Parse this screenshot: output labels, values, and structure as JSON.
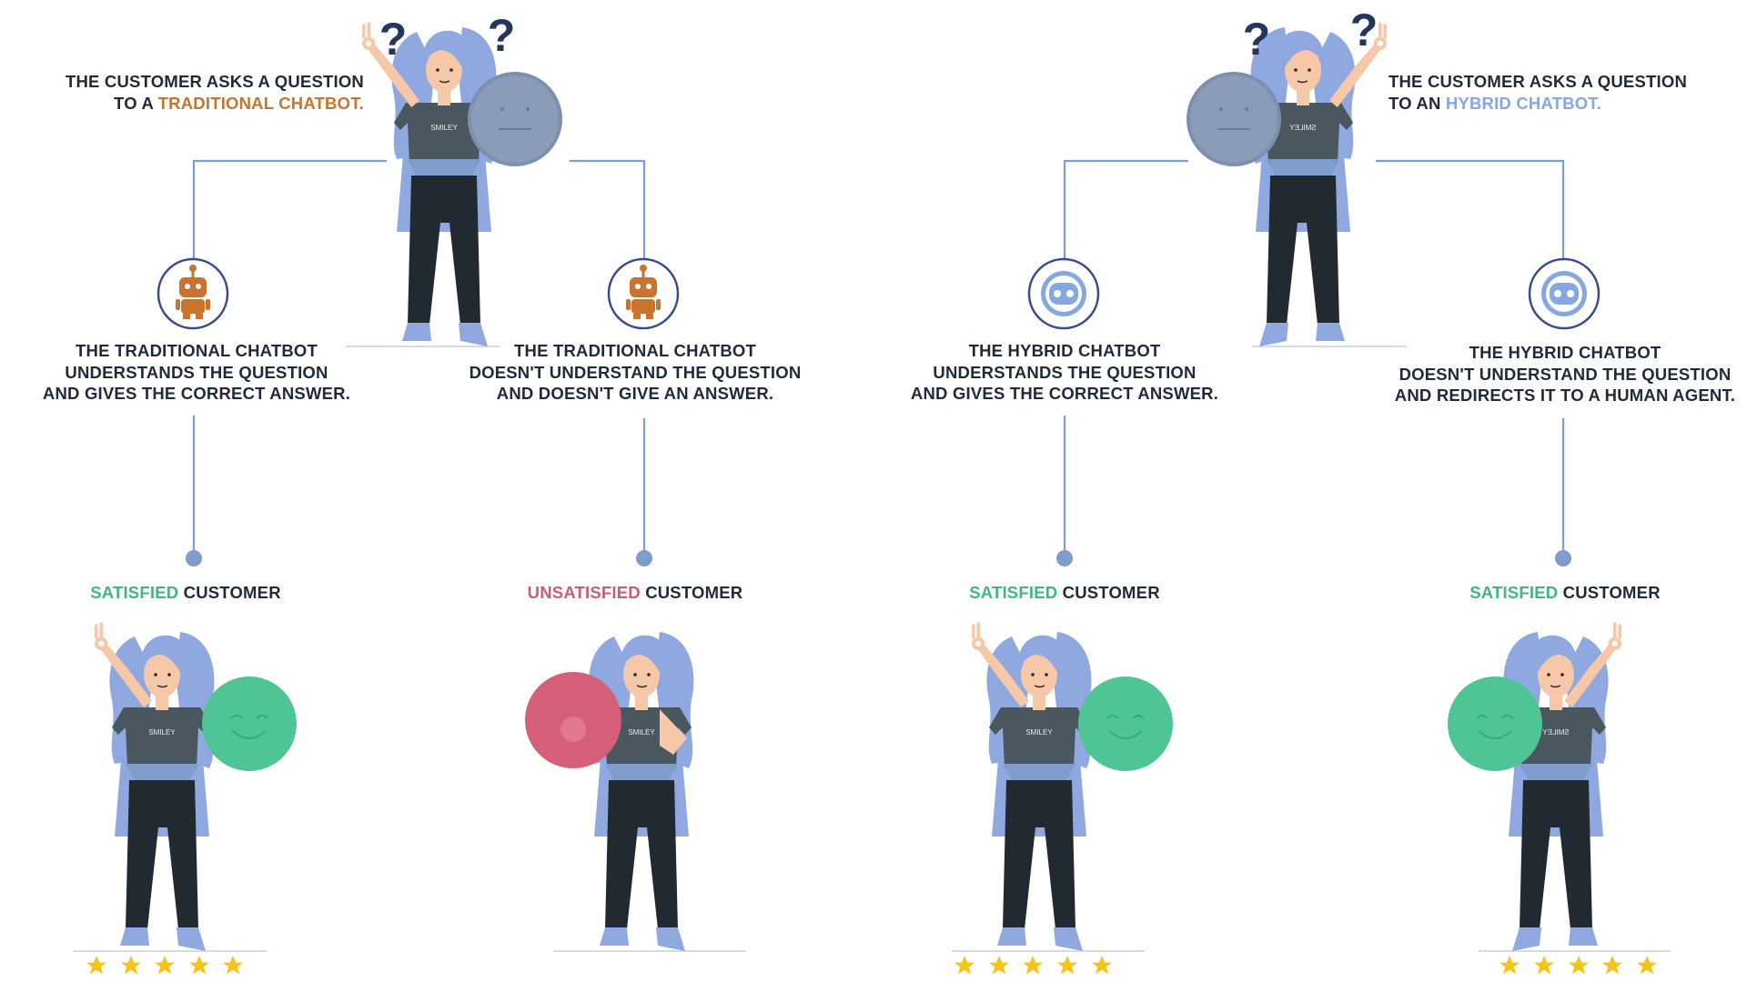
{
  "colors": {
    "line": "#7e9ccc",
    "traditional": "#c8742f",
    "hybrid": "#86a8e0",
    "satisfied": "#43b584",
    "unsatisfied": "#cd5b78",
    "hair": "#8fa9e0",
    "shirt": "#4a575e",
    "pants": "#222a31",
    "skin": "#f7c8a8",
    "ball_neutral": "#7d8fae",
    "ball_happy": "#4fc495",
    "ball_sad": "#d55f78",
    "star": "#f6c417"
  },
  "traditional": {
    "intro_line1": "THE CUSTOMER ASKS A QUESTION",
    "intro_line2_prefix": "TO A ",
    "intro_line2_accent": "TRADITIONAL CHATBOT.",
    "branch_good": {
      "line1": "THE TRADITIONAL CHATBOT",
      "line2": "UNDERSTANDS THE QUESTION",
      "line3": "AND GIVES THE CORRECT ANSWER.",
      "outcome_accent": "SATISFIED",
      "outcome_rest": " CUSTOMER",
      "stars": 5
    },
    "branch_bad": {
      "line1": "THE TRADITIONAL CHATBOT",
      "line2": "DOESN'T UNDERSTAND THE QUESTION",
      "line3": "AND DOESN'T GIVE AN ANSWER.",
      "outcome_accent": "UNSATISFIED",
      "outcome_rest": " CUSTOMER",
      "stars": 0
    }
  },
  "hybrid": {
    "intro_line1": "THE CUSTOMER ASKS A QUESTION",
    "intro_line2_prefix": "TO AN ",
    "intro_line2_accent": "HYBRID CHATBOT.",
    "branch_good": {
      "line1": "THE HYBRID CHATBOT",
      "line2": "UNDERSTANDS THE QUESTION",
      "line3": "AND GIVES THE CORRECT ANSWER.",
      "outcome_accent": "SATISFIED",
      "outcome_rest": " CUSTOMER",
      "stars": 5
    },
    "branch_redirect": {
      "line1": "THE HYBRID CHATBOT",
      "line2": "DOESN'T UNDERSTAND THE QUESTION",
      "line3": "AND REDIRECTS IT TO A HUMAN AGENT.",
      "outcome_accent": "SATISFIED",
      "outcome_rest": " CUSTOMER",
      "stars": 5
    }
  },
  "icons": {
    "question": "question-mark-icon",
    "traditional_bot": "orange-robot-icon",
    "hybrid_bot": "blue-robot-icon",
    "star": "star-icon"
  },
  "shirt_text": "SMILEY"
}
